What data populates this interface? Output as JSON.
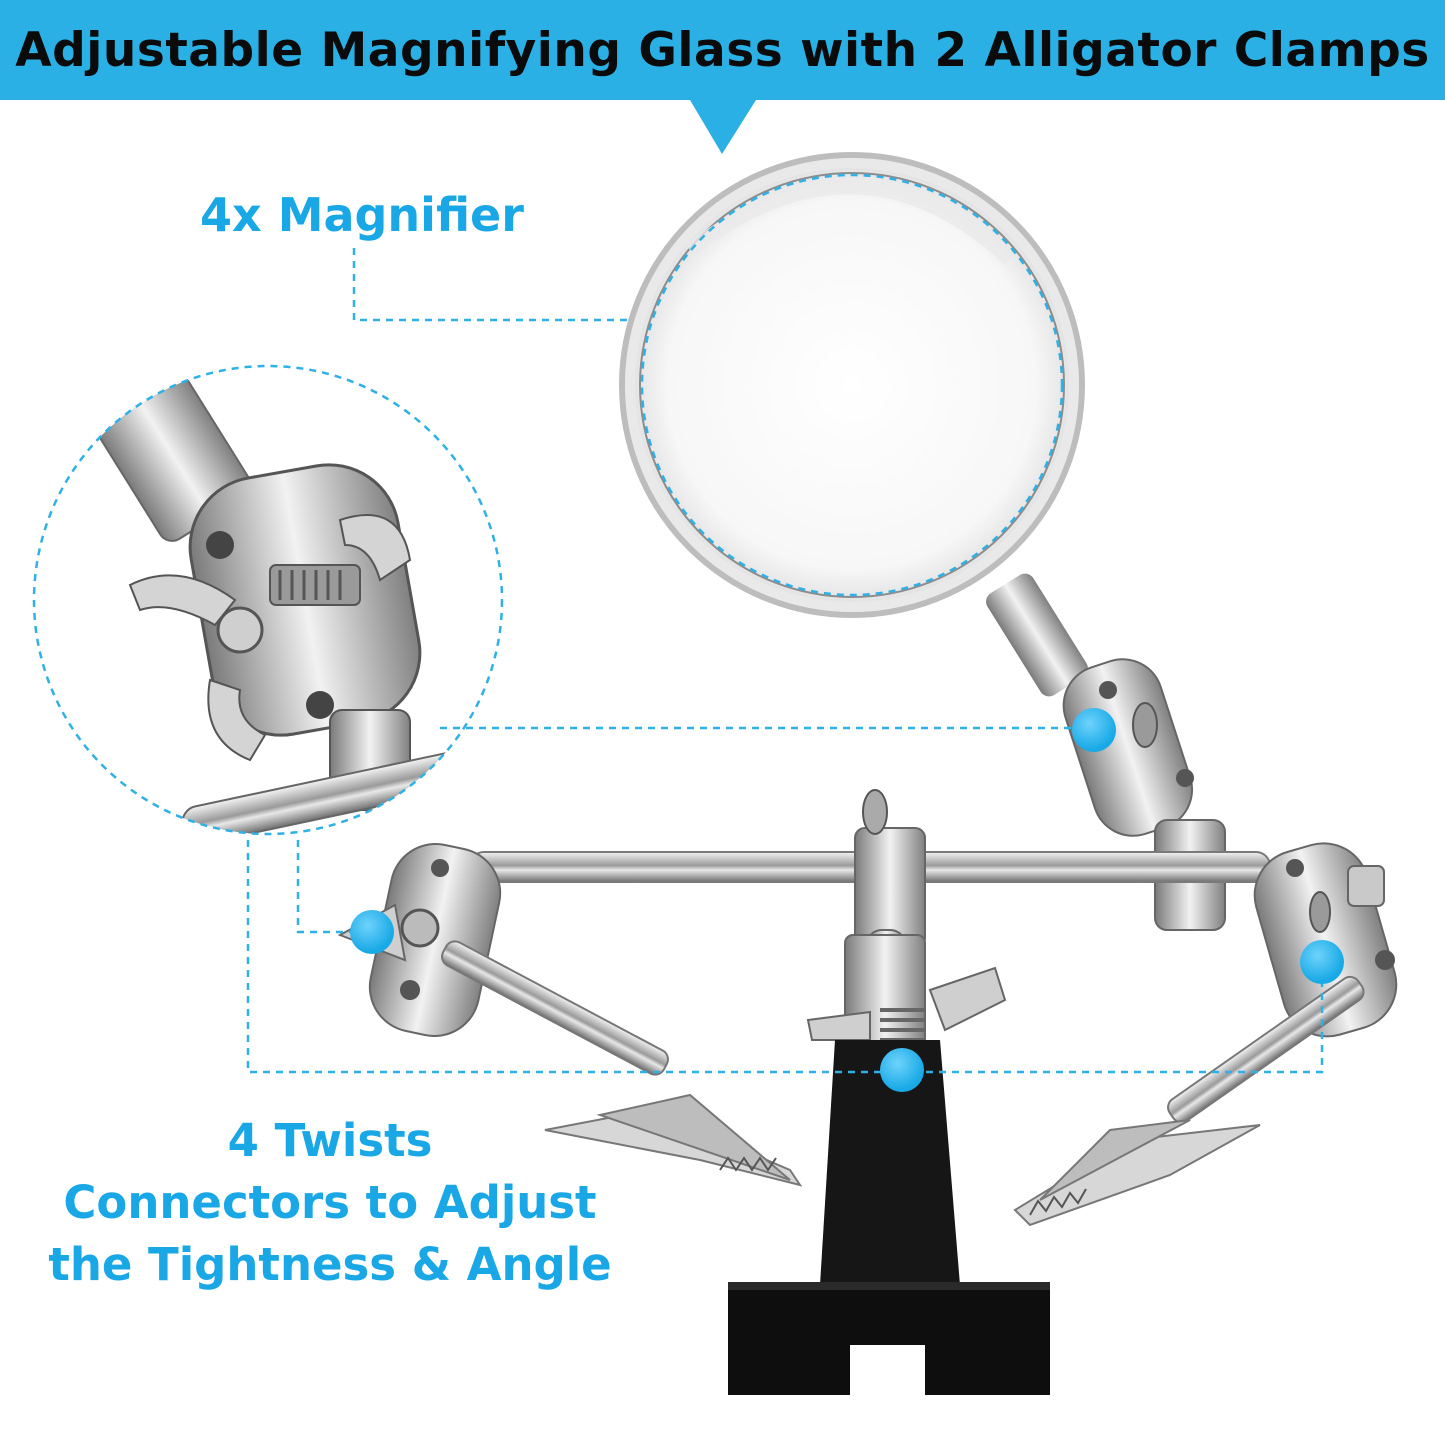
{
  "header": {
    "title": "Adjustable Magnifying Glass with 2 Alligator Clamps"
  },
  "callouts": {
    "magnifier": "4x Magnifier",
    "twists_line1": "4 Twists",
    "twists_line2": "Connectors to Adjust",
    "twists_line3": "the Tightness & Angle"
  },
  "colors": {
    "accent": "#2ab0e4",
    "callout_text": "#1aa7e6",
    "dot": "#29b6ec",
    "base": "#111111"
  }
}
